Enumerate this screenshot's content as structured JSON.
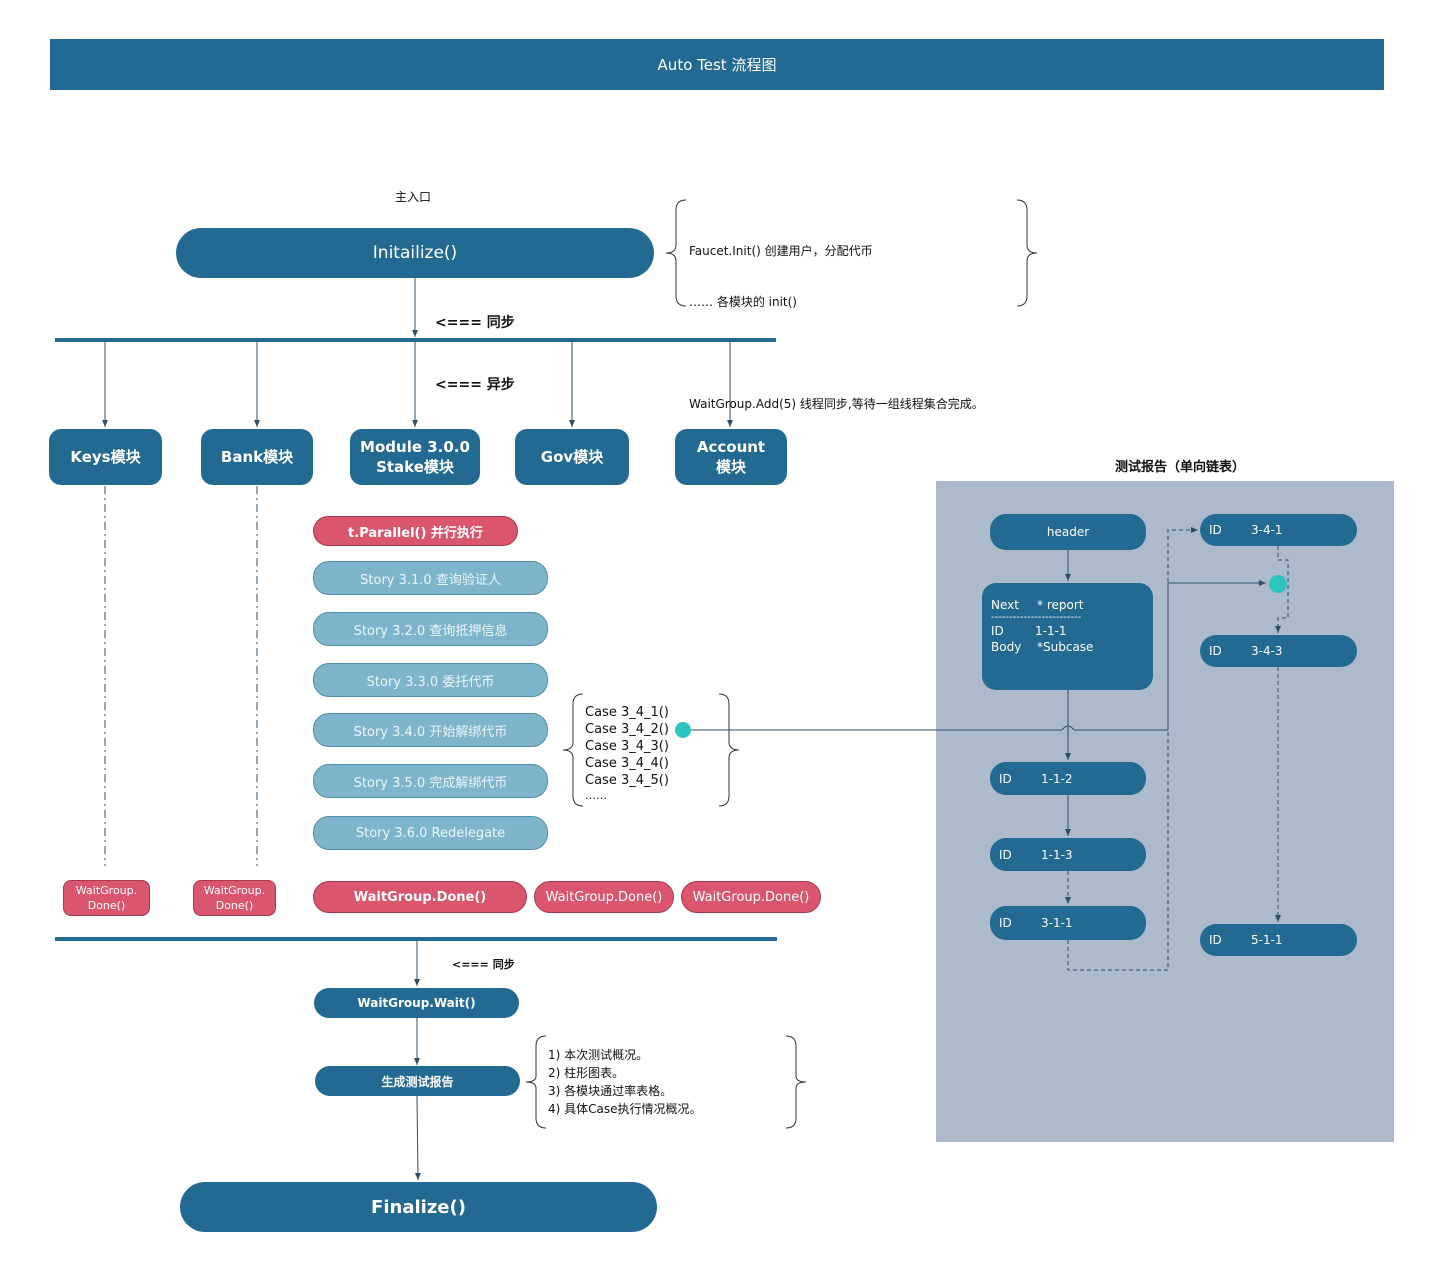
{
  "header": {
    "title": "Auto Test 流程图"
  },
  "flow": {
    "entry_label": "主入口",
    "initialize": "Initailize()",
    "init_notes": [
      "Faucet.Init() 创建用户，分配代币",
      "…… 各模块的 init()",
      "",
      "WaitGroup.Add(5) 线程同步,等待一组线程集合完成。"
    ],
    "sync_label": "<=== 同步",
    "async_label": "<=== 异步",
    "modules": [
      {
        "label": "Keys模块"
      },
      {
        "label": "Bank模块"
      },
      {
        "label": "Module 3.0.0\nStake模块"
      },
      {
        "label": "Gov模块"
      },
      {
        "label": "Account\n模块"
      }
    ],
    "parallel": "t.Parallel() 并行执行",
    "stories": [
      "Story 3.1.0 查询验证人",
      "Story 3.2.0 查询抵押信息",
      "Story 3.3.0 委托代币",
      "Story 3.4.0 开始解绑代币",
      "Story 3.5.0 完成解绑代币",
      "Story 3.6.0 Redelegate"
    ],
    "cases": [
      "Case 3_4_1()",
      "Case 3_4_2()",
      "Case 3_4_3()",
      "Case 3_4_4()",
      "Case 3_4_5()",
      "……"
    ],
    "done_small_1": "WaitGroup.\nDone()",
    "done_small_2": "WaitGroup.\nDone()",
    "done_main": "WaitGroup.Done()",
    "done_2": "WaitGroup.Done()",
    "done_3": "WaitGroup.Done()",
    "sync_label_2": "<===  同步",
    "wait": "WaitGroup.Wait()",
    "report": "生成测试报告",
    "report_notes": [
      "1) 本次测试概况。",
      "2) 柱形图表。",
      "3) 各模块通过率表格。",
      "4) 具体Case执行情况概况。"
    ],
    "finalize": "Finalize()"
  },
  "linked_list": {
    "title": "测试报告（单向链表）",
    "header_node": "header",
    "struct": {
      "line1_a": "Next",
      "line1_b": "* report",
      "divider": "-------------------------",
      "line2_a": "ID",
      "line2_b": "1-1-1",
      "line3_a": "Body",
      "line3_b": "*Subcase"
    },
    "left_nodes": [
      {
        "id": "ID",
        "val": "1-1-2"
      },
      {
        "id": "ID",
        "val": "1-1-3"
      },
      {
        "id": "ID",
        "val": "3-1-1"
      }
    ],
    "right_nodes": [
      {
        "id": "ID",
        "val": "3-4-1"
      },
      {
        "id": "ID",
        "val": "3-4-3"
      },
      {
        "id": "ID",
        "val": "5-1-1"
      }
    ]
  },
  "colors": {
    "primary": "#236a93",
    "story": "#7fb5cc",
    "red": "#d9566e",
    "panel": "#adbacb",
    "dot": "#2cc4c0"
  }
}
